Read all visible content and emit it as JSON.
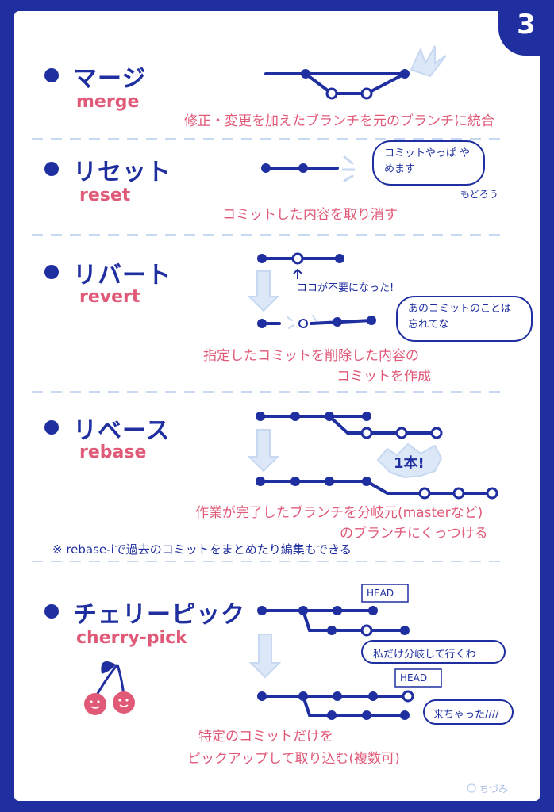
{
  "page_number": "3",
  "sections": [
    {
      "title": "マージ",
      "romaji": "merge",
      "desc": "修正・変更を加えたブランチを元のブランチに統合"
    },
    {
      "title": "リセット",
      "romaji": "reset",
      "desc": "コミットした内容を取り消す",
      "bubble": "コミットやっぱ やめます",
      "note": "もどろう"
    },
    {
      "title": "リバート",
      "romaji": "revert",
      "arrow_label": "ココが不要になった!",
      "bubble": "あのコミットのことは 忘れてな",
      "desc": "指定したコミットを削除した内容の",
      "desc2": "コミットを作成"
    },
    {
      "title": "リベース",
      "romaji": "rebase",
      "badge": "1本!",
      "desc": "作業が完了したブランチを分岐元(masterなど)",
      "desc2": "のブランチにくっつける",
      "footnote": "※ rebase-iで過去のコミットをまとめたり編集もできる"
    },
    {
      "title": "チェリーピック",
      "romaji": "cherry-pick",
      "head_label": "HEAD",
      "bubble": "私だけ分岐して行くわ",
      "head_label2": "HEAD",
      "bubble2": "来ちゃった////",
      "desc": "特定のコミットだけを",
      "desc2": "ピックアップして取り込む(複数可)"
    }
  ],
  "signature": "ちづみ",
  "colors": {
    "navy": "#1f2fa0",
    "pink": "#e05a78",
    "lightblue": "#c7d8f3",
    "white": "#ffffff"
  }
}
